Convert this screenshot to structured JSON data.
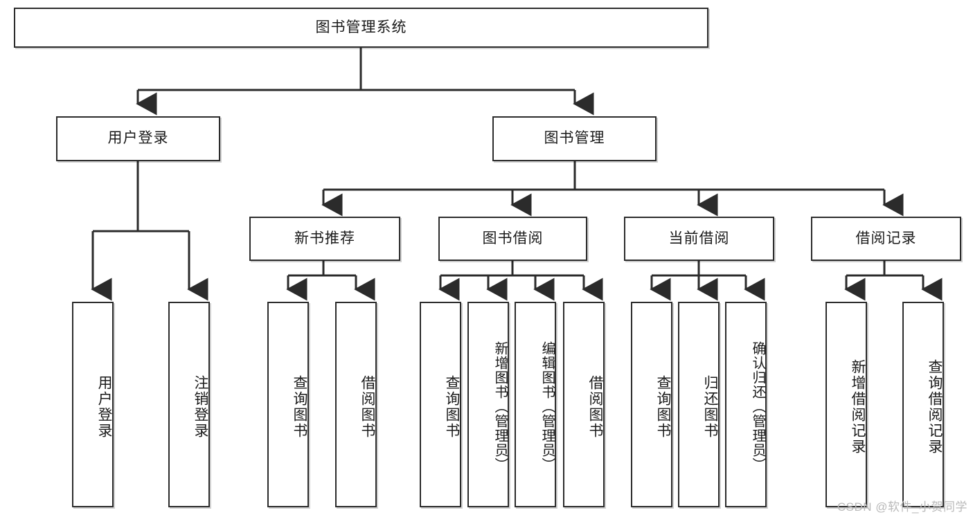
{
  "diagram": {
    "title": "图书管理系统",
    "type": "tree-hierarchy",
    "root": {
      "label": "图书管理系统"
    },
    "level2": [
      {
        "label": "用户登录"
      },
      {
        "label": "图书管理"
      }
    ],
    "level3": [
      {
        "label": "新书推荐"
      },
      {
        "label": "图书借阅"
      },
      {
        "label": "当前借阅"
      },
      {
        "label": "借阅记录"
      }
    ],
    "leaves": {
      "user_login": [
        {
          "label": "用户登录"
        },
        {
          "label": "注销登录"
        }
      ],
      "new_book_recommend": [
        {
          "label": "查询图书"
        },
        {
          "label": "借阅图书"
        }
      ],
      "book_borrow": [
        {
          "label": "查询图书"
        },
        {
          "label": "新增图书（管理员）"
        },
        {
          "label": "编辑图书（管理员）"
        },
        {
          "label": "借阅图书"
        }
      ],
      "current_borrow": [
        {
          "label": "查询图书"
        },
        {
          "label": "归还图书"
        },
        {
          "label": "确认归还（管理员）"
        }
      ],
      "borrow_records": [
        {
          "label": "新增借阅记录"
        },
        {
          "label": "查询借阅记录"
        }
      ]
    }
  },
  "watermark": {
    "text": "CSDN @软件_小贺同学"
  },
  "colors": {
    "border": "#2b2b2b",
    "background": "#ffffff",
    "text": "#1a1a1a",
    "watermark": "#b9b9b9"
  }
}
